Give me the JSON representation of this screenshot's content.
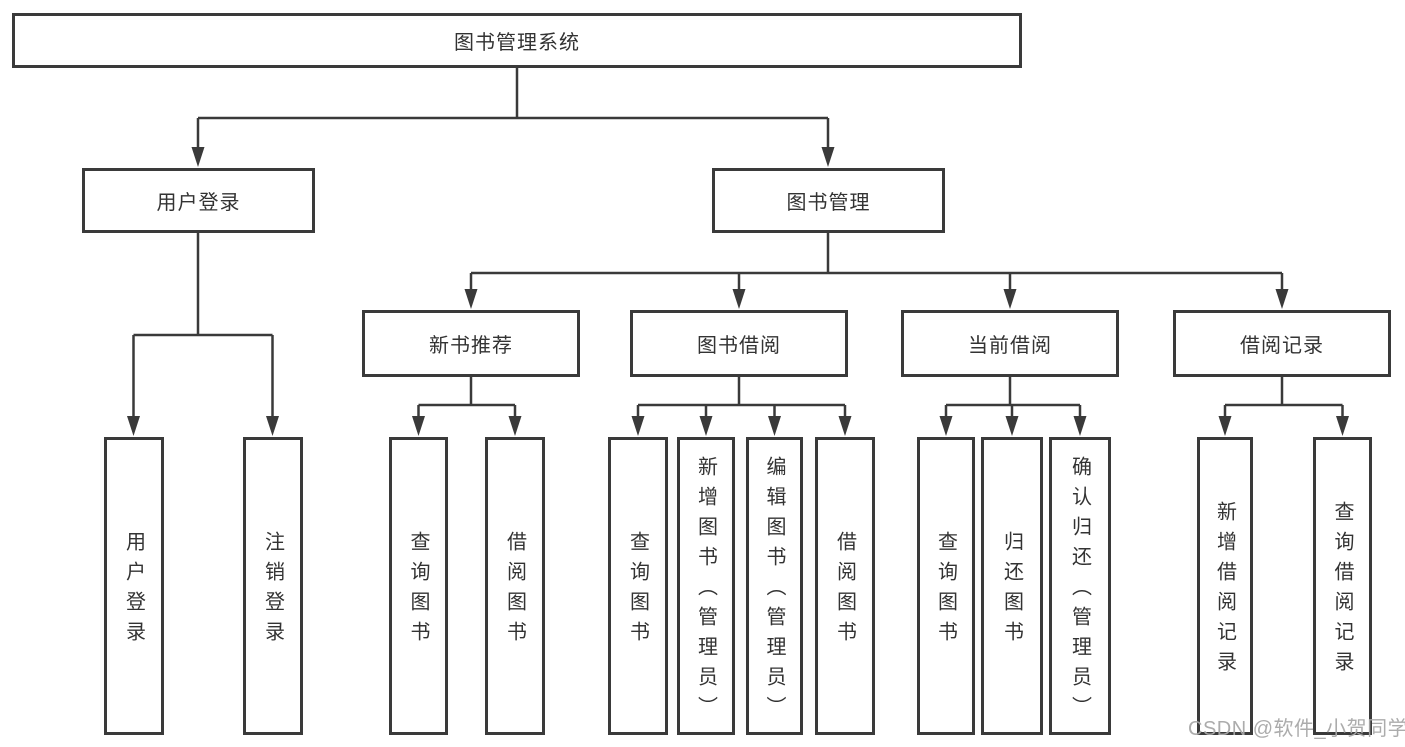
{
  "diagram": {
    "title": "图书管理系统",
    "root": {
      "label": "图书管理系统"
    },
    "branches": [
      {
        "label": "用户登录",
        "children": [
          {
            "label": "用户登录"
          },
          {
            "label": "注销登录"
          }
        ]
      },
      {
        "label": "图书管理",
        "children": [
          {
            "label": "新书推荐",
            "children": [
              {
                "label": "查询图书"
              },
              {
                "label": "借阅图书"
              }
            ]
          },
          {
            "label": "图书借阅",
            "children": [
              {
                "label": "查询图书"
              },
              {
                "label": "新增图书（管理员）"
              },
              {
                "label": "编辑图书（管理员）"
              },
              {
                "label": "借阅图书"
              }
            ]
          },
          {
            "label": "当前借阅",
            "children": [
              {
                "label": "查询图书"
              },
              {
                "label": "归还图书"
              },
              {
                "label": "确认归还（管理员）"
              }
            ]
          },
          {
            "label": "借阅记录",
            "children": [
              {
                "label": "新增借阅记录"
              },
              {
                "label": "查询借阅记录"
              }
            ]
          }
        ]
      }
    ]
  },
  "watermark": {
    "text": "CSDN @软件_小贺同学"
  },
  "colors": {
    "line": "#3a3a3a",
    "border": "#3a3a3a",
    "text": "#333333",
    "background": "#ffffff",
    "watermark": "#a8a8a8"
  }
}
